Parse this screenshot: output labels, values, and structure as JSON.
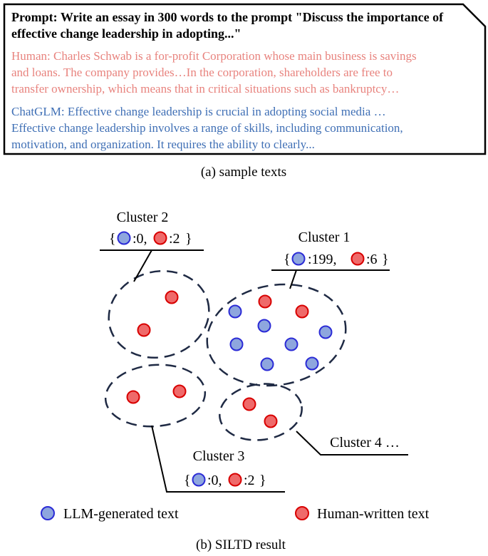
{
  "sample_box": {
    "prompt_line1": "Prompt: Write an essay in 300 words to the prompt \"Discuss the importance of",
    "prompt_line2": "effective change leadership in adopting...\"",
    "human_line1": "Human: Charles Schwab is a for-profit Corporation whose main business is savings",
    "human_line2": "and loans. The company provides…In the corporation, shareholders are free to",
    "human_line3": "transfer ownership, which means that in critical situations such as bankruptcy…",
    "chatglm_line1": "ChatGLM: Effective change leadership is crucial in adopting social media …",
    "chatglm_line2": "Effective change leadership involves a range of skills, including communication,",
    "chatglm_line3": "motivation, and organization. It requires the ability to clearly...",
    "caption": "(a) sample texts"
  },
  "clusters": [
    {
      "label": "Cluster 2",
      "open": "{",
      "llm_count": ":0,",
      "human_count": ":2",
      "close": "}"
    },
    {
      "label": "Cluster 1",
      "open": "{",
      "llm_count": ":199,",
      "human_count": ":6",
      "close": "}"
    },
    {
      "label": "Cluster 3",
      "open": "{",
      "llm_count": ":0,",
      "human_count": ":2",
      "close": "}"
    },
    {
      "label": "Cluster 4 …"
    }
  ],
  "legend": {
    "llm": "LLM-generated text",
    "human": "Human-written text"
  },
  "caption_b": "(b) SILTD result",
  "colors": {
    "prompt_text": "#000000",
    "human_text": "#e8837e",
    "chatglm_text": "#3f6fb5",
    "llm_dot_fill": "#8ea6de",
    "llm_dot_stroke": "#2b2bd6",
    "human_dot_fill": "#ef6a6a",
    "human_dot_stroke": "#d80000",
    "cluster_line": "#1f2a44"
  }
}
